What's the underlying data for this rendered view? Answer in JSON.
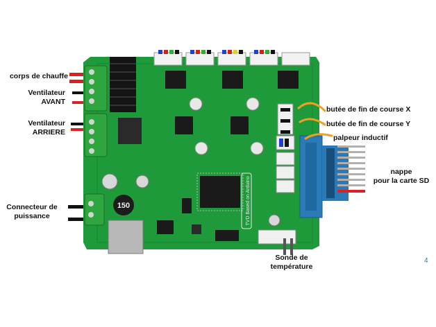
{
  "labels": {
    "heater": "corps de chauffe",
    "fan_front_1": "Ventilateur",
    "fan_front_2": "AVANT",
    "fan_rear_1": "Ventilateur",
    "fan_rear_2": "ARRIERE",
    "power_1": "Connecteur de",
    "power_2": "puissance",
    "endstop_x": "butée de fin de course X",
    "endstop_y": "butée de fin de course Y",
    "probe": "palpeur inductif",
    "ribbon_1": "nappe",
    "ribbon_2": "pour la carte SD",
    "temp_1": "Sonde de",
    "temp_2": "température"
  },
  "board": {
    "inductor_value": "150",
    "silk_brand": "TVD Based on Arduino"
  },
  "page_number": "4",
  "colors": {
    "pcb": "#1f9a3a",
    "pcb_dark": "#127a2a",
    "wire_red": "#e02020",
    "wire_black": "#111111",
    "arrow_orange": "#f0a020",
    "sd_blue": "#2a7ab8"
  }
}
